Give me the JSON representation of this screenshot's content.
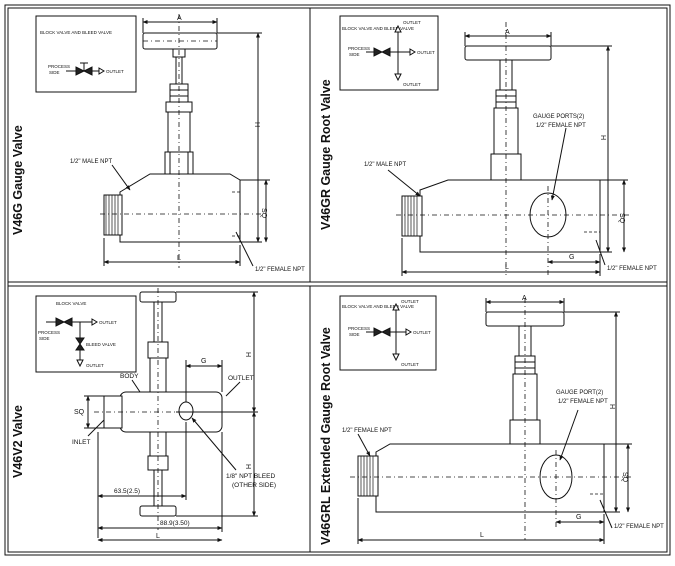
{
  "panels": [
    {
      "title": "V46G Gauge Valve",
      "schematic": {
        "block_bleed": "BLOCK VALVE AND BLEED VALVE",
        "process": "PROCESS",
        "process_side": "SIDE",
        "outlet": "OUTLET"
      },
      "labels": {
        "dim_a": "A",
        "dim_h": "H",
        "dim_sq": "SQ",
        "dim_l": "L",
        "male_npt": "1/2\" MALE NPT",
        "female_npt": "1/2\" FEMALE NPT"
      }
    },
    {
      "title": "V46GR Gauge Root Valve",
      "schematic": {
        "block_bleed": "BLOCK VALVE AND BLEED VALVE",
        "process": "PROCESS",
        "process_side": "SIDE",
        "outlet": "OUTLET"
      },
      "labels": {
        "dim_a": "A",
        "dim_h": "H",
        "dim_sq": "SQ",
        "dim_l": "L",
        "dim_g": "G",
        "gauge_ports": "GAUGE PORTS(2)",
        "gauge_npt": "1/2\" FEMALE NPT",
        "male_npt": "1/2\" MALE NPT",
        "female_npt": "1/2\" FEMALE NPT"
      }
    },
    {
      "title": "V46V2 Valve",
      "schematic": {
        "block_valve": "BLOCK VALVE",
        "process": "PROCESS",
        "process_side": "SIDE",
        "outlet": "OUTLET",
        "bleed_valve": "BLEED VALVE"
      },
      "labels": {
        "dim_h": "H",
        "dim_sq": "SQ",
        "dim_g": "G",
        "dim_l": "L",
        "body": "BODY",
        "outlet": "OUTLET",
        "inlet": "INLET",
        "dim_63": "63.5(2.5)",
        "dim_88": "88.9(3.50)",
        "bleed": "1/8\" NPT BLEED",
        "other_side": "(OTHER SIDE)"
      }
    },
    {
      "title": "V46GRL Extended Gauge Root Valve",
      "schematic": {
        "block_bleed": "BLOCK VALVE AND BLEED VALVE",
        "process": "PROCESS",
        "process_side": "SIDE",
        "outlet": "OUTLET"
      },
      "labels": {
        "dim_a": "A",
        "dim_h": "H",
        "dim_sq": "SQ",
        "dim_l": "L",
        "dim_g": "G",
        "gauge_ports": "GAUGE PORT(2)",
        "gauge_npt": "1/2\" FEMALE NPT",
        "female_npt_left": "1/2\" FEMALE NPT",
        "female_npt_right": "1/2\" FEMALE NPT"
      }
    }
  ]
}
